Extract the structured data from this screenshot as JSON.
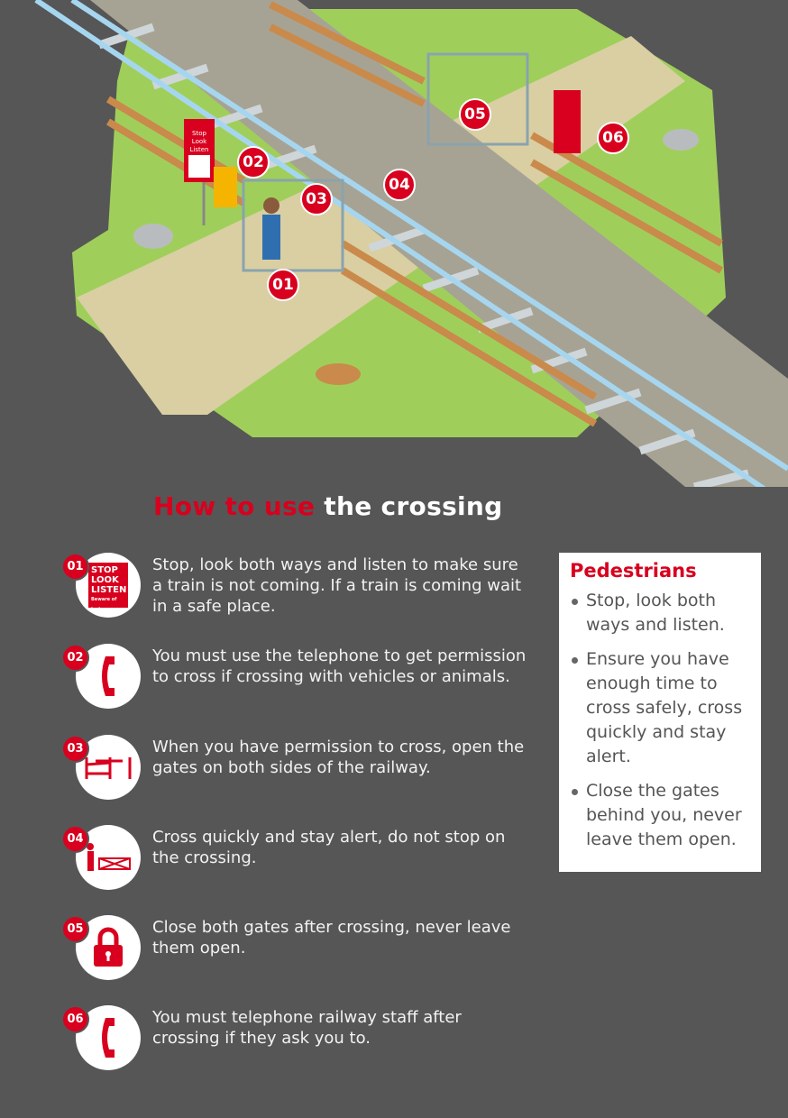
{
  "illustration": {
    "sign_text": [
      "Stop",
      "Look",
      "Listen"
    ],
    "markers": [
      "01",
      "02",
      "03",
      "04",
      "05",
      "06"
    ]
  },
  "heading": {
    "highlight": "How to use",
    "rest": " the crossing"
  },
  "steps": [
    {
      "num": "01",
      "icon": "stop-look-listen-sign",
      "icon_text": [
        "STOP",
        "LOOK",
        "LISTEN",
        "Beware of trains"
      ],
      "text": "Stop, look both ways and listen to make sure a train is not coming. If a train is coming wait in a safe place."
    },
    {
      "num": "02",
      "icon": "telephone",
      "text": "You must use the telephone to get permission to cross if crossing with vehicles or animals."
    },
    {
      "num": "03",
      "icon": "gate-open",
      "text": "When you have permission to cross, open the gates on both sides of the railway."
    },
    {
      "num": "04",
      "icon": "person-crossing",
      "text": "Cross quickly and stay alert, do not stop on the crossing."
    },
    {
      "num": "05",
      "icon": "padlock",
      "text": "Close both gates after crossing, never leave them open."
    },
    {
      "num": "06",
      "icon": "telephone",
      "text": "You must telephone railway staff after crossing if they ask you to."
    }
  ],
  "pedestrians": {
    "title": "Pedestrians",
    "items": [
      "Stop, look both ways and listen.",
      "Ensure you have enough time to cross safely, cross quickly and stay alert.",
      "Close the gates behind you, never leave them open."
    ]
  },
  "colors": {
    "background": "#565656",
    "accent": "#d8001e",
    "grass": "#9fcf5a",
    "path": "#d9cfa3"
  }
}
